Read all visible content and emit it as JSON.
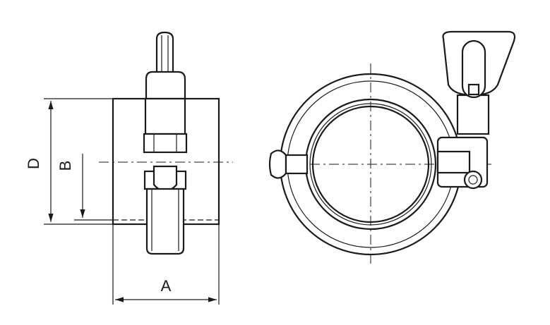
{
  "dimensions": {
    "d_label": "D",
    "b_label": "B",
    "a_label": "A"
  },
  "colors": {
    "line": "#1a1a1a",
    "background": "#ffffff"
  }
}
